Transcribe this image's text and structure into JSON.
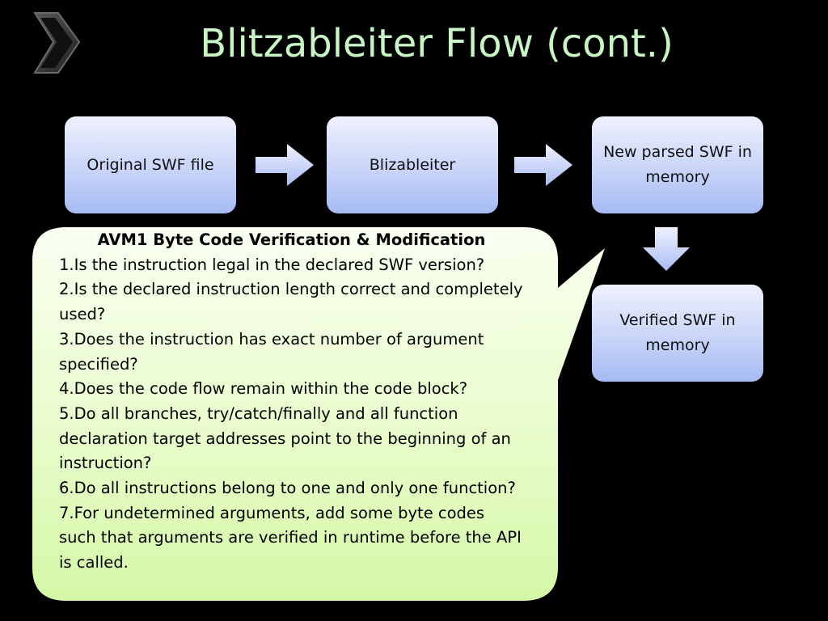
{
  "slide": {
    "title": "Blitzableiter Flow (cont.)",
    "flow": {
      "box1": "Original SWF file",
      "box2": "Blizableiter",
      "box3": "New parsed SWF in memory",
      "box4": "Verified SWF in memory"
    },
    "callout": {
      "heading": "AVM1 Byte Code Verification & Modification",
      "items": [
        "1.Is the instruction legal in the declared SWF version?",
        "2.Is the declared instruction length correct and completely used?",
        "3.Does the instruction has exact number of argument specified?",
        "4.Does the code flow remain within the code block?",
        "5.Do all branches, try/catch/finally and all function declaration target addresses point to the beginning of an instruction?",
        "6.Do all instructions belong to one and only one function?",
        "7.For undetermined arguments, add some byte codes such that arguments are verified in runtime before the API is called."
      ]
    },
    "colors": {
      "background": "#000000",
      "title": "#c8f5c4",
      "box_fill": "#c8d4f8",
      "callout_fill": "#e4fbc0"
    },
    "icons": {
      "logo": "chevron-right-icon"
    }
  }
}
